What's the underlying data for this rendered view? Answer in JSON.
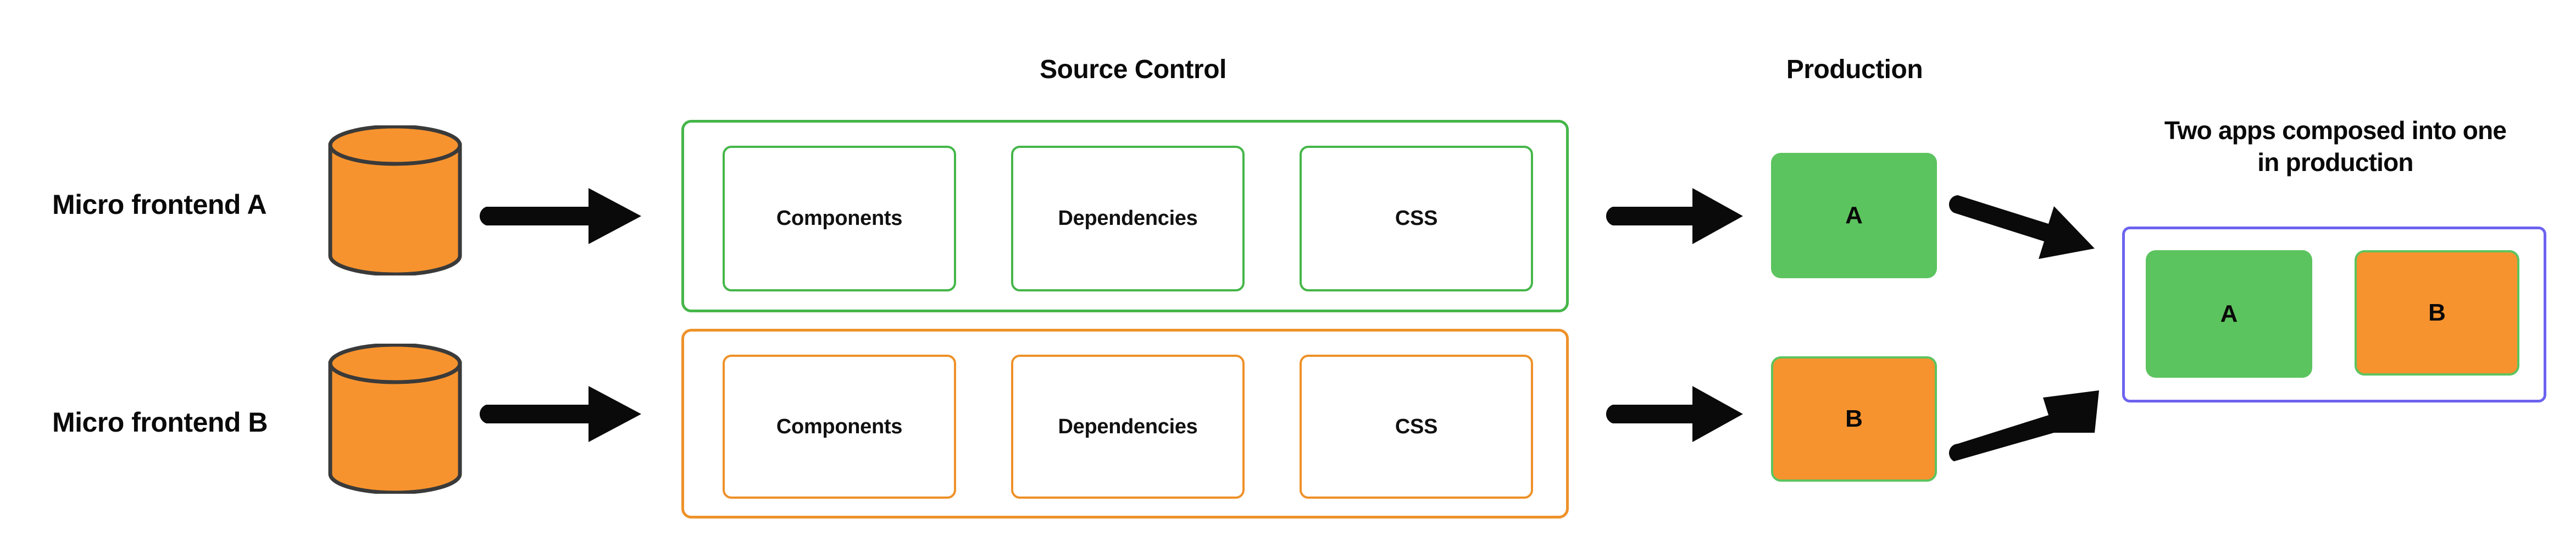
{
  "colors": {
    "green_stroke": "#45b649",
    "green_fill": "#5cc45e",
    "orange_stroke": "#ee9129",
    "orange_fill": "#f7932e",
    "cylinder_fill": "#f7932e",
    "cylinder_stroke": "#3a3a3a",
    "purple_stroke": "#6c63f0",
    "arrow_fill": "#0a0a0a",
    "text": "#0a0a0a",
    "background": "#ffffff"
  },
  "headings": {
    "source_control": "Source Control",
    "production": "Production",
    "composed_line1": "Two apps composed into  one",
    "composed_line2": "in production"
  },
  "rows": [
    {
      "label": "Micro frontend A",
      "repo_icon": "database-cylinder-icon",
      "accent": "green",
      "source_control_items": [
        "Components",
        "Dependencies",
        "CSS"
      ],
      "production_app": "A"
    },
    {
      "label": "Micro frontend B",
      "repo_icon": "database-cylinder-icon",
      "accent": "orange",
      "source_control_items": [
        "Components",
        "Dependencies",
        "CSS"
      ],
      "production_app": "B"
    }
  ],
  "composed": {
    "apps": [
      {
        "letter": "A",
        "fill": "#5cc45e",
        "stroke": "#5cc45e"
      },
      {
        "letter": "B",
        "fill": "#f7932e",
        "stroke": "#5cc45e"
      }
    ]
  },
  "arrows": [
    {
      "name": "arrow-repo-a-to-source",
      "direction": "right"
    },
    {
      "name": "arrow-repo-b-to-source",
      "direction": "right"
    },
    {
      "name": "arrow-source-a-to-production",
      "direction": "right"
    },
    {
      "name": "arrow-source-b-to-production",
      "direction": "right"
    },
    {
      "name": "arrow-production-a-to-composed",
      "direction": "down-right"
    },
    {
      "name": "arrow-production-b-to-composed",
      "direction": "up-right"
    }
  ]
}
